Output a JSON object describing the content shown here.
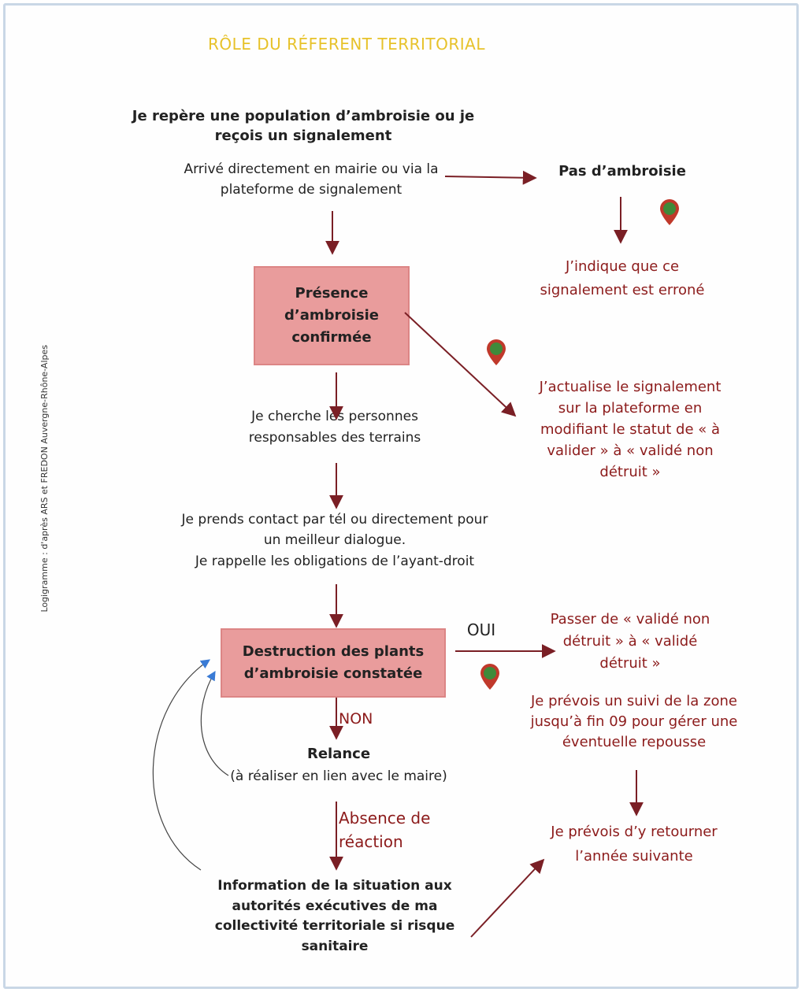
{
  "diagram": {
    "title": "RÔLE DU RÉFERENT TERRITORIAL",
    "side_caption": "Logigramme : d'après ARS et FREDON Auvergne-Rhône-Alpes",
    "start": {
      "line1": "Je repère une population d’ambroisie ou je",
      "line2": "reçois un signalement",
      "sub1": "Arrivé directement en mairie ou via la",
      "sub2": "plateforme de signalement"
    },
    "no_ambrosia": "Pas d’ambroisie",
    "wrong_report": {
      "line1": "J’indique que ce",
      "line2": "signalement est erroné"
    },
    "confirmed_box": {
      "line1": "Présence",
      "line2": "d’ambroisie",
      "line3": "confirmée"
    },
    "update_status": {
      "line1": "J’actualise le signalement",
      "line2": "sur la plateforme en",
      "line3": "modifiant le statut de « à",
      "line4": "valider » à « validé non",
      "line5": "détruit »"
    },
    "search_owners": {
      "line1": "Je cherche les personnes",
      "line2": "responsables des terrains"
    },
    "contact": {
      "line1": "Je prends contact par tél ou directement pour",
      "line2": "un meilleur dialogue.",
      "line3": "Je rappelle les obligations de l’ayant-droit"
    },
    "destruction_box": {
      "line1": "Destruction des plants",
      "line2": "d’ambroisie constatée"
    },
    "yes_label": "OUI",
    "no_label": "NON",
    "validated_destroyed": {
      "line1": "Passer de « validé non",
      "line2": "détruit » à « validé",
      "line3": "détruit »"
    },
    "follow_up": {
      "line1": "Je prévois un suivi de la zone",
      "line2": "jusqu’à fin 09 pour gérer une",
      "line3": "éventuelle repousse"
    },
    "next_year": {
      "line1": "Je prévois d’y retourner",
      "line2": "l’année suivante"
    },
    "reminder": {
      "title": "Relance",
      "sub": "(à réaliser en lien avec le maire)"
    },
    "no_reaction": {
      "line1": "Absence de",
      "line2": "réaction"
    },
    "inform": {
      "line1": "Information de la situation aux",
      "line2": "autorités exécutives de ma",
      "line3": "collectivité territoriale si risque",
      "line4": "sanitaire"
    },
    "colors": {
      "title": "#e7c22a",
      "box_fill": "#e99c9c",
      "arrow_dark": "#7a1f25",
      "arrow_blue": "#3a7bd5",
      "text_red": "#8c1b1b",
      "pin_green": "#3f8a3a"
    },
    "pin_icon": "map-pin-icon"
  }
}
